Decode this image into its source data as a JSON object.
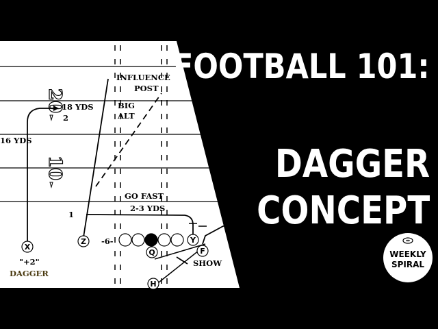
{
  "title": {
    "line1": "FOOTBALL 101:",
    "line2": "DAGGER",
    "line3": "CONCEPT"
  },
  "logo": {
    "line1": "WEEKLY",
    "line2": "SPIRAL",
    "icon": "football-icon"
  },
  "diagram": {
    "field_numbers": [
      "20",
      "10"
    ],
    "labels": {
      "influence": "INFLUENCE",
      "post": "POST",
      "yds18": "18 YDS",
      "two": "2",
      "big": "BIG",
      "alt": "ALT",
      "yds16": "16 YDS",
      "go_fast": "GO FAST",
      "yds23": "2-3 YDS",
      "one": "1",
      "six": "-6-",
      "plus2": "\"+2\"",
      "dagger": "DAGGER",
      "show": "SHOW"
    },
    "players": {
      "x": "X",
      "z": "Z",
      "y": "Y",
      "f": "F",
      "q": "Q",
      "h": "H"
    }
  },
  "colors": {
    "background": "#000000",
    "field": "#ffffff",
    "ink": "#000000",
    "dagger_text": "#4a3a10"
  }
}
